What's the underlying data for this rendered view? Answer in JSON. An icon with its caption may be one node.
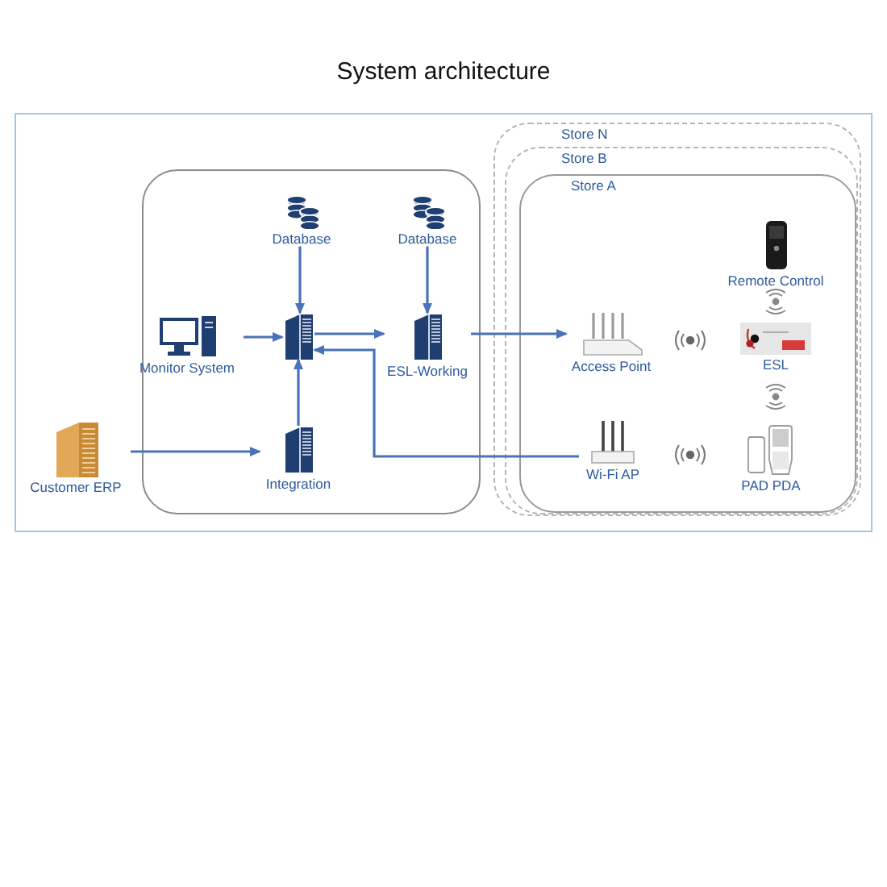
{
  "diagram": {
    "title": "System architecture",
    "nodes": [
      {
        "text": [],
        "shape": "box"
      },
      {
        "text": [
          "Database"
        ],
        "in": 0
      },
      {
        "text": [
          "Database"
        ],
        "in": 0
      },
      {
        "text": [
          "Monitor System"
        ],
        "in": 0
      },
      {
        "text": [],
        "shape": "server",
        "in": 0
      },
      {
        "text": [
          "ESL-Working"
        ],
        "in": 0
      },
      {
        "text": [
          "Integration"
        ],
        "in": 0
      },
      {
        "text": [
          "Customer ERP"
        ]
      },
      {
        "text": [
          "Store N"
        ]
      },
      {
        "text": [
          "Store B"
        ],
        "in": 8
      },
      {
        "text": [
          "Store A"
        ],
        "in": 9
      },
      {
        "text": [
          "Remote Control"
        ],
        "in": 10
      },
      {
        "text": [
          "Access Point"
        ],
        "in": 10
      },
      {
        "text": [
          "ESL"
        ],
        "in": 10
      },
      {
        "text": [
          "Wi-Fi AP"
        ],
        "in": 10
      },
      {
        "text": [
          "PAD PDA"
        ],
        "in": 10
      }
    ],
    "edges": [
      {
        "from": 1,
        "to": 4,
        "arrow": "to"
      },
      {
        "from": 2,
        "to": 5,
        "arrow": "to"
      },
      {
        "from": 3,
        "to": 4,
        "arrow": "to"
      },
      {
        "from": 4,
        "to": 5,
        "arrow": "to"
      },
      {
        "from": 6,
        "to": 4,
        "arrow": "to"
      },
      {
        "from": 7,
        "to": 6,
        "arrow": "to"
      },
      {
        "from": 5,
        "to": 12,
        "arrow": "to"
      },
      {
        "from": 14,
        "to": 4,
        "arrow": "to"
      }
    ]
  }
}
